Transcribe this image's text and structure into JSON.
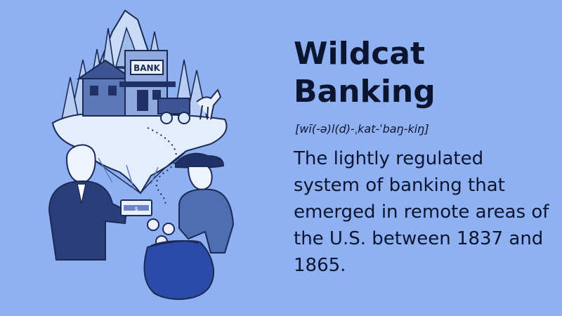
{
  "term": {
    "title_line1": "Wildcat",
    "title_line2": "Banking",
    "pronunciation": "[wī(-ə)l(d)-ˌkat-ˈbaŋ-kiŋ]",
    "definition": "The lightly regulated system of banking that emerged in remote areas of the U.S. between 1837 and 1865."
  },
  "illustration": {
    "bank_sign": "BANK",
    "money_symbol": "$"
  },
  "colors": {
    "background": "#8fb1f2",
    "text": "#0b1530",
    "navy": "#1f3166",
    "ice": "#dbe8fb"
  }
}
